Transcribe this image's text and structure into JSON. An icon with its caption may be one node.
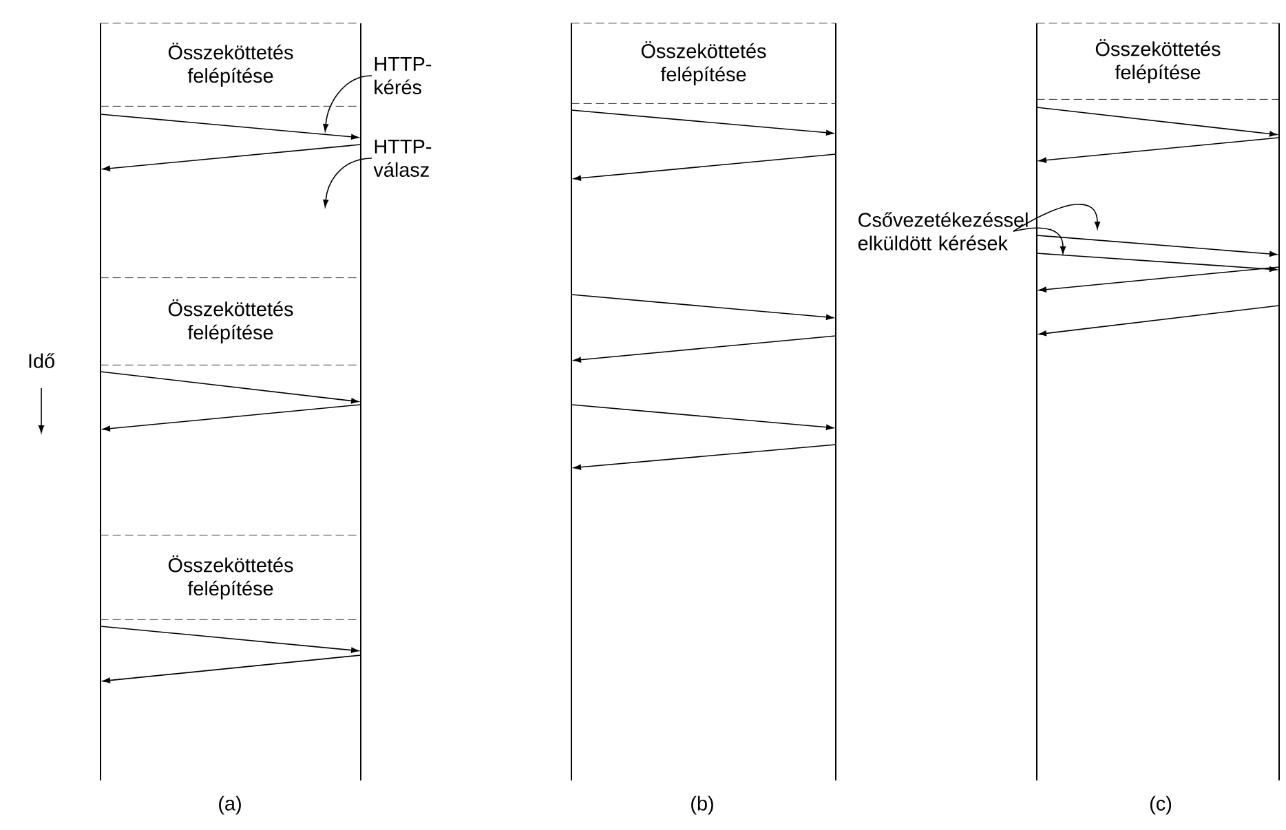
{
  "diagram": {
    "nodes": [
      {
        "text": [],
        "shape": "bar"
      },
      {
        "text": [],
        "shape": "bar"
      },
      {
        "text": [
          "Összeköttetés felépítése"
        ]
      },
      {
        "text": [
          "HTTP-kérés"
        ]
      },
      {
        "text": [
          "HTTP-válasz"
        ]
      },
      {
        "text": [
          "Összeköttetés felépítése"
        ]
      },
      {
        "text": [
          "Összeköttetés felépítése"
        ]
      },
      {
        "text": [],
        "shape": "bar"
      },
      {
        "text": [],
        "shape": "bar"
      },
      {
        "text": [
          "Összeköttetés felépítése"
        ]
      },
      {
        "text": [],
        "shape": "bar"
      },
      {
        "text": [],
        "shape": "bar"
      },
      {
        "text": [
          "Összeköttetés felépítése"
        ]
      },
      {
        "text": [
          "Csővezetékezéssel elküldött kérések"
        ]
      }
    ],
    "edges": [
      {
        "from": 0,
        "to": 1,
        "arrow": "to"
      },
      {
        "from": 1,
        "to": 0,
        "arrow": "to"
      },
      {
        "from": 0,
        "to": 1,
        "arrow": "to"
      },
      {
        "from": 1,
        "to": 0,
        "arrow": "to"
      },
      {
        "from": 0,
        "to": 1,
        "arrow": "to"
      },
      {
        "from": 1,
        "to": 0,
        "arrow": "to"
      },
      {
        "from": 7,
        "to": 8,
        "arrow": "to"
      },
      {
        "from": 8,
        "to": 7,
        "arrow": "to"
      },
      {
        "from": 7,
        "to": 8,
        "arrow": "to"
      },
      {
        "from": 8,
        "to": 7,
        "arrow": "to"
      },
      {
        "from": 7,
        "to": 8,
        "arrow": "to"
      },
      {
        "from": 8,
        "to": 7,
        "arrow": "to"
      },
      {
        "from": 10,
        "to": 11,
        "arrow": "to"
      },
      {
        "from": 11,
        "to": 10,
        "arrow": "to"
      },
      {
        "from": 10,
        "to": 11,
        "arrow": "to"
      },
      {
        "from": 10,
        "to": 11,
        "arrow": "to"
      },
      {
        "from": 11,
        "to": 10,
        "arrow": "to"
      },
      {
        "from": 11,
        "to": 10,
        "arrow": "to"
      },
      {
        "from": 3,
        "to": null,
        "arrow": "to"
      },
      {
        "from": 4,
        "to": null,
        "arrow": "to"
      },
      {
        "from": 13,
        "to": null,
        "arrow": "to"
      },
      {
        "from": 13,
        "to": null,
        "arrow": "to"
      }
    ],
    "labels": [
      "Idő",
      "(a)",
      "(b)",
      "(c)"
    ]
  }
}
